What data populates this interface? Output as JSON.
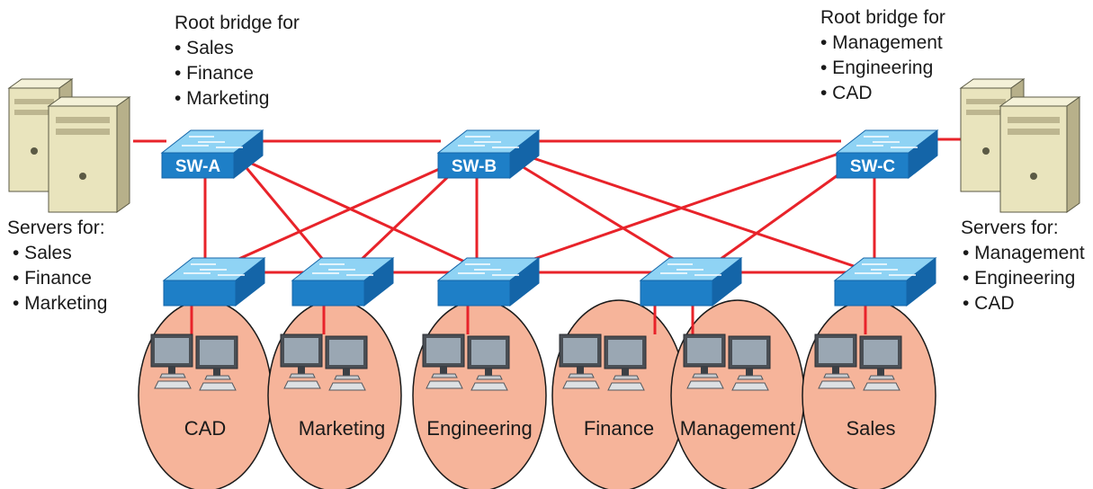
{
  "colors": {
    "link": "#e8232a",
    "switch_top": "#8fd3f4",
    "switch_front": "#1e7fc7",
    "switch_side": "#1465a8",
    "vlan_fill": "#f6b49a",
    "vlan_stroke": "#1a1a1a",
    "server_body": "#e9e4bd",
    "pc_screen": "#9aa7b3"
  },
  "root_bridges": [
    {
      "heading": "Root bridge for",
      "items": [
        "• Sales",
        "• Finance",
        "• Marketing"
      ]
    },
    {
      "heading": "Root bridge for",
      "items": [
        "• Management",
        "• Engineering",
        "• CAD"
      ]
    }
  ],
  "servers": [
    {
      "heading": "Servers for:",
      "items": [
        "• Sales",
        "• Finance",
        "• Marketing"
      ]
    },
    {
      "heading": "Servers for:",
      "items": [
        "• Management",
        "• Engineering",
        "• CAD"
      ]
    }
  ],
  "core_switches": [
    {
      "name": "SW-A"
    },
    {
      "name": "SW-B"
    },
    {
      "name": "SW-C"
    }
  ],
  "access_switches": [
    {
      "vlan": "CAD"
    },
    {
      "vlan": "Marketing"
    },
    {
      "vlan": "Engineering"
    },
    {
      "vlan": "Finance"
    },
    {
      "vlan": "Management"
    },
    {
      "vlan": "Sales"
    }
  ]
}
